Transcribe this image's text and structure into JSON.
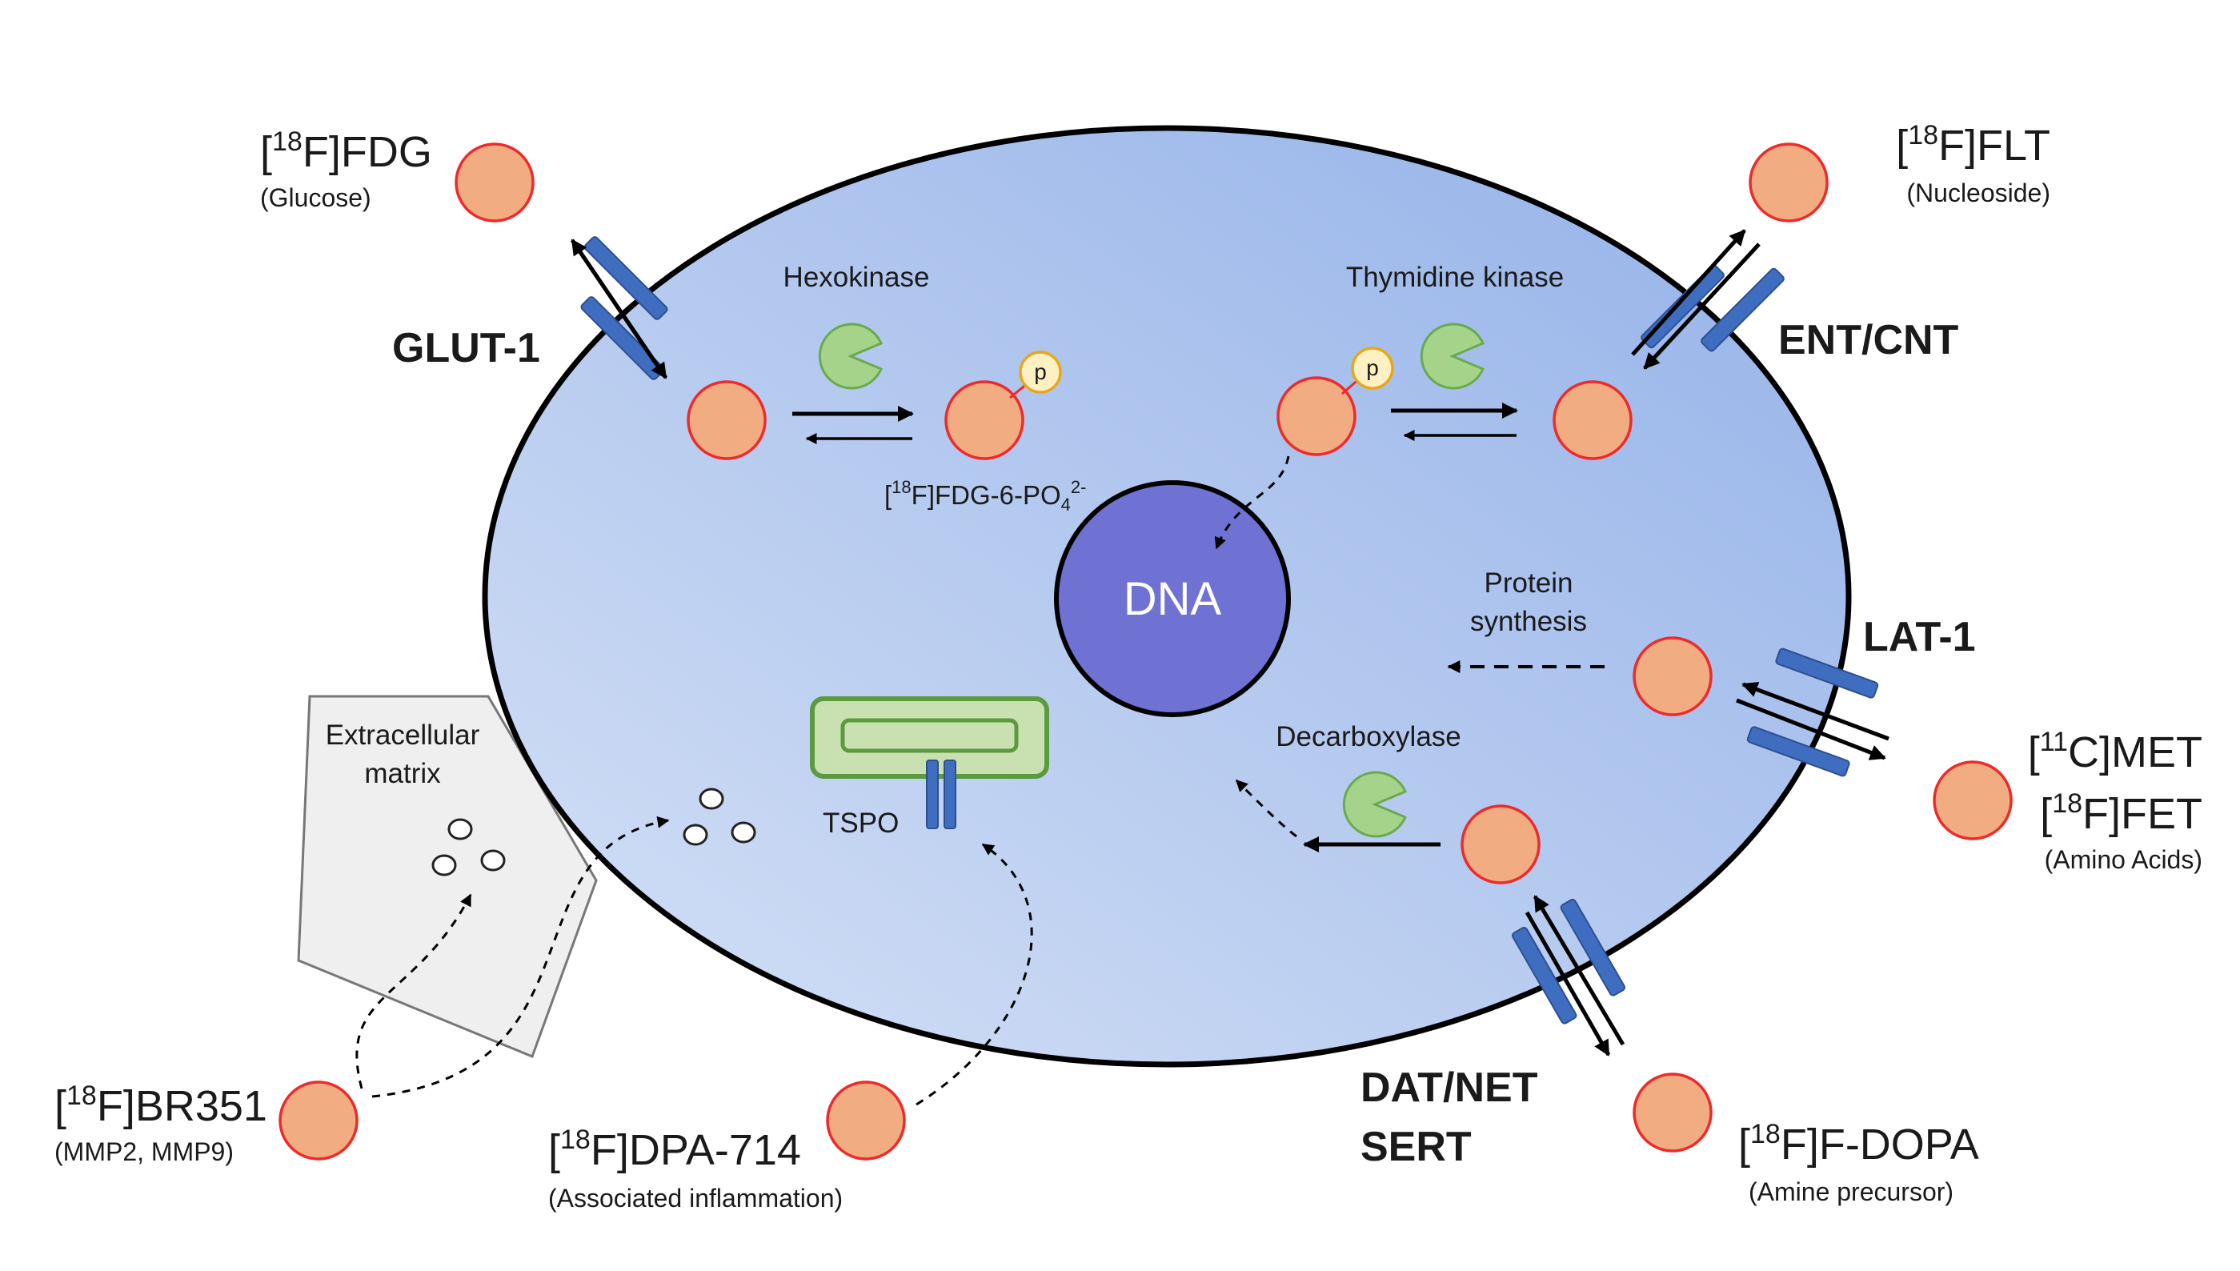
{
  "tracers": {
    "fdg": {
      "label": "[18F]FDG",
      "sub": "(Glucose)"
    },
    "flt": {
      "label": "[18F]FLT",
      "sub": "(Nucleoside)"
    },
    "met": {
      "label": "[11C]MET"
    },
    "fet": {
      "label": "[18F]FET",
      "sub": "(Amino Acids)"
    },
    "dopa": {
      "label": "[18F]F-DOPA",
      "sub": "(Amine precursor)"
    },
    "dpa": {
      "label": "[18F]DPA-714",
      "sub": "(Associated inflammation)"
    },
    "br": {
      "label": "[18F]BR351",
      "sub": "(MMP2, MMP9)"
    }
  },
  "transporters": {
    "glut": "GLUT-1",
    "ent": "ENT/CNT",
    "lat": "LAT-1",
    "dat_line1": "DAT/NET",
    "dat_line2": "SERT"
  },
  "enzymes": {
    "hexokinase": "Hexokinase",
    "thymidine_kinase": "Thymidine kinase",
    "decarboxylase": "Decarboxylase",
    "protein_synthesis_line1": "Protein",
    "protein_synthesis_line2": "synthesis"
  },
  "cell": {
    "dna": "DNA",
    "tspo": "TSPO",
    "fdg6p": "[18F]FDG-6-PO42-",
    "phosphate": "p"
  },
  "ecm": {
    "line1": "Extracellular",
    "line2": "matrix"
  },
  "colors": {
    "cell_fill_start": "#d5e1f6",
    "cell_fill_end": "#93b1e8",
    "dna_fill": "#6f72d3",
    "molecule_fill": "#f2ac82",
    "molecule_stroke": "#ee2a2a",
    "transporter": "#3f6ec0",
    "enzyme": "#a6d38a",
    "tspo_fill": "#c9e1b0",
    "tspo_stroke": "#5b9a3e",
    "ecm_fill": "#efefef"
  }
}
